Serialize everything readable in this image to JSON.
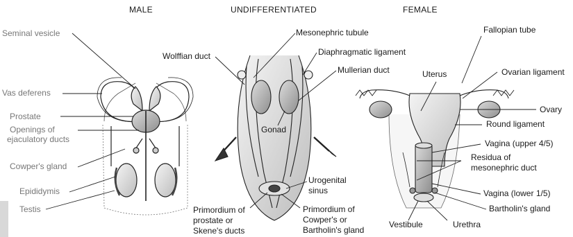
{
  "headings": {
    "male": "MALE",
    "undifferentiated": "UNDIFFERENTIATED",
    "female": "FEMALE"
  },
  "male_labels": {
    "seminal_vesicle": "Seminal vesicle",
    "vas_deferens": "Vas deferens",
    "prostate": "Prostate",
    "openings_line1": "Openings of",
    "openings_line2": "ejaculatory ducts",
    "cowpers_gland": "Cowper's gland",
    "epididymis": "Epididymis",
    "testis": "Testis"
  },
  "undiff_labels": {
    "mesonephric_tubule": "Mesonephric tubule",
    "wolffian_duct": "Wolffian duct",
    "diaphragmatic_ligament": "Diaphragmatic ligament",
    "mullerian_duct": "Mullerian duct",
    "gonad": "Gonad",
    "urogenital_line1": "Urogenital",
    "urogenital_line2": "sinus",
    "prim_prostate_line1": "Primordium of",
    "prim_prostate_line2": "prostate or",
    "prim_prostate_line3": "Skene's ducts",
    "prim_cowper_line1": "Primordium of",
    "prim_cowper_line2": "Cowper's or",
    "prim_cowper_line3": "Bartholin's gland"
  },
  "female_labels": {
    "fallopian_tube": "Fallopian tube",
    "uterus": "Uterus",
    "ovarian_ligament": "Ovarian ligament",
    "ovary": "Ovary",
    "round_ligament": "Round ligament",
    "vagina_upper": "Vagina (upper 4/5)",
    "residua_line1": "Residua of",
    "residua_line2": "mesonephric duct",
    "vagina_lower": "Vagina (lower 1/5)",
    "bartholins_gland": "Bartholin's gland",
    "vestibule": "Vestibule",
    "urethra": "Urethra"
  }
}
